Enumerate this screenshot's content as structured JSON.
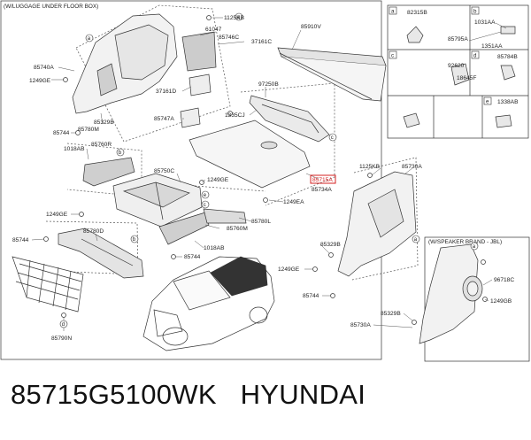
{
  "diagram": {
    "box_headers": {
      "underfloor": "(W/LUGGAGE UNDER FLOOR BOX)",
      "speaker": "(W/SPEAKER BRAND - JBL)"
    },
    "inset_letters": [
      "a",
      "b",
      "c",
      "d",
      "e"
    ],
    "callouts": [
      "a",
      "b",
      "c",
      "d",
      "e"
    ],
    "part_labels": {
      "p85740A": "85740A",
      "p1249GE_a": "1249GE",
      "p85329B_a": "85329B",
      "p85780M": "85780M",
      "p85744_a": "85744",
      "p1018AB_a": "1018AB",
      "p85760R": "85760R",
      "p1125KB_a": "1125KB",
      "p61047": "61047",
      "p85746C": "85746C",
      "p37161C": "37161C",
      "p37161D": "37161D",
      "p85747A": "85747A",
      "p85910V": "85910V",
      "p97250B": "97250B",
      "p1335CJ": "1335CJ",
      "p85750C": "85750C",
      "p1249GE_b": "1249GE",
      "p85715A": "85715A",
      "p85734A": "85734A",
      "p1249EA": "1249EA",
      "p85780L": "85780L",
      "p85760M": "85760M",
      "p1018AB_b": "1018AB",
      "p1249GE_c": "1249GE",
      "p85744_b": "85744",
      "p85780D": "85780D",
      "p85744_c": "85744",
      "p85790N": "85790N",
      "p1125KB_b": "1125KB",
      "p85730A_a": "85730A",
      "p85329B_b": "85329B",
      "p1249GE_d": "1249GE",
      "p85744_d": "85744",
      "p96718C": "96718C",
      "p1249GB": "1249GB",
      "p85329B_c": "85329B",
      "p85730A_b": "85730A",
      "p82315B": "82315B",
      "p1031AA": "1031AA",
      "p85795A": "85795A",
      "p1351AA": "1351AA",
      "p92620": "92620",
      "p18645F": "18645F",
      "p85784B": "85784B",
      "p1338AB": "1338AB"
    }
  },
  "caption": {
    "part_number": "85715G5100WK",
    "brand": "HYUNDAI"
  },
  "colors": {
    "line": "#333333",
    "panel_fill": "#f2f2f2",
    "shade": "#9a9a9a",
    "highlight": "#d62020"
  }
}
